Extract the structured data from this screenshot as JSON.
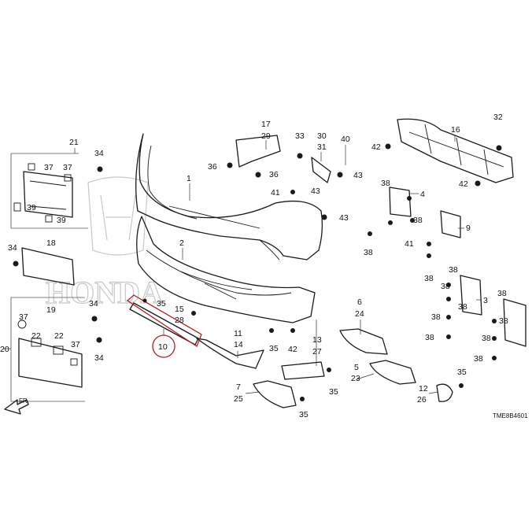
{
  "drawing": {
    "code": "TME8B4601",
    "watermark": "HONDA",
    "arrow_label": "FR."
  },
  "callouts": {
    "c1": "1",
    "c2": "2",
    "c3": "3",
    "c4": "4",
    "c5": "5",
    "c6": "6",
    "c7": "7",
    "c9": "9",
    "c10": "10",
    "c11": "11",
    "c12": "12",
    "c13": "13",
    "c14": "14",
    "c15": "15",
    "c16": "16",
    "c17": "17",
    "c18": "18",
    "c19": "19",
    "c20": "20",
    "c21": "21",
    "c22a": "22",
    "c22b": "22",
    "c23": "23",
    "c24": "24",
    "c25": "25",
    "c26": "26",
    "c27": "27",
    "c28": "28",
    "c29": "29",
    "c30": "30",
    "c31": "31",
    "c32": "32",
    "c33": "33",
    "c34a": "34",
    "c34b": "34",
    "c34c": "34",
    "c34d": "34",
    "c35a": "35",
    "c35b": "35",
    "c35c": "35",
    "c35d": "35",
    "c35e": "35",
    "c36a": "36",
    "c36b": "36",
    "c37a": "37",
    "c37b": "37",
    "c37c": "37",
    "c37d": "37",
    "c38a": "38",
    "c38b": "38",
    "c38c": "38",
    "c38d": "38",
    "c38e": "38",
    "c38f": "38",
    "c38g": "38",
    "c38h": "38",
    "c38i": "38",
    "c38j": "38",
    "c38k": "38",
    "c38l": "38",
    "c38m": "38",
    "c39a": "39",
    "c39b": "39",
    "c40": "40",
    "c41a": "41",
    "c41b": "41",
    "c42a": "42",
    "c42b": "42",
    "c42c": "42",
    "c43a": "43",
    "c43b": "43",
    "c43c": "43"
  }
}
